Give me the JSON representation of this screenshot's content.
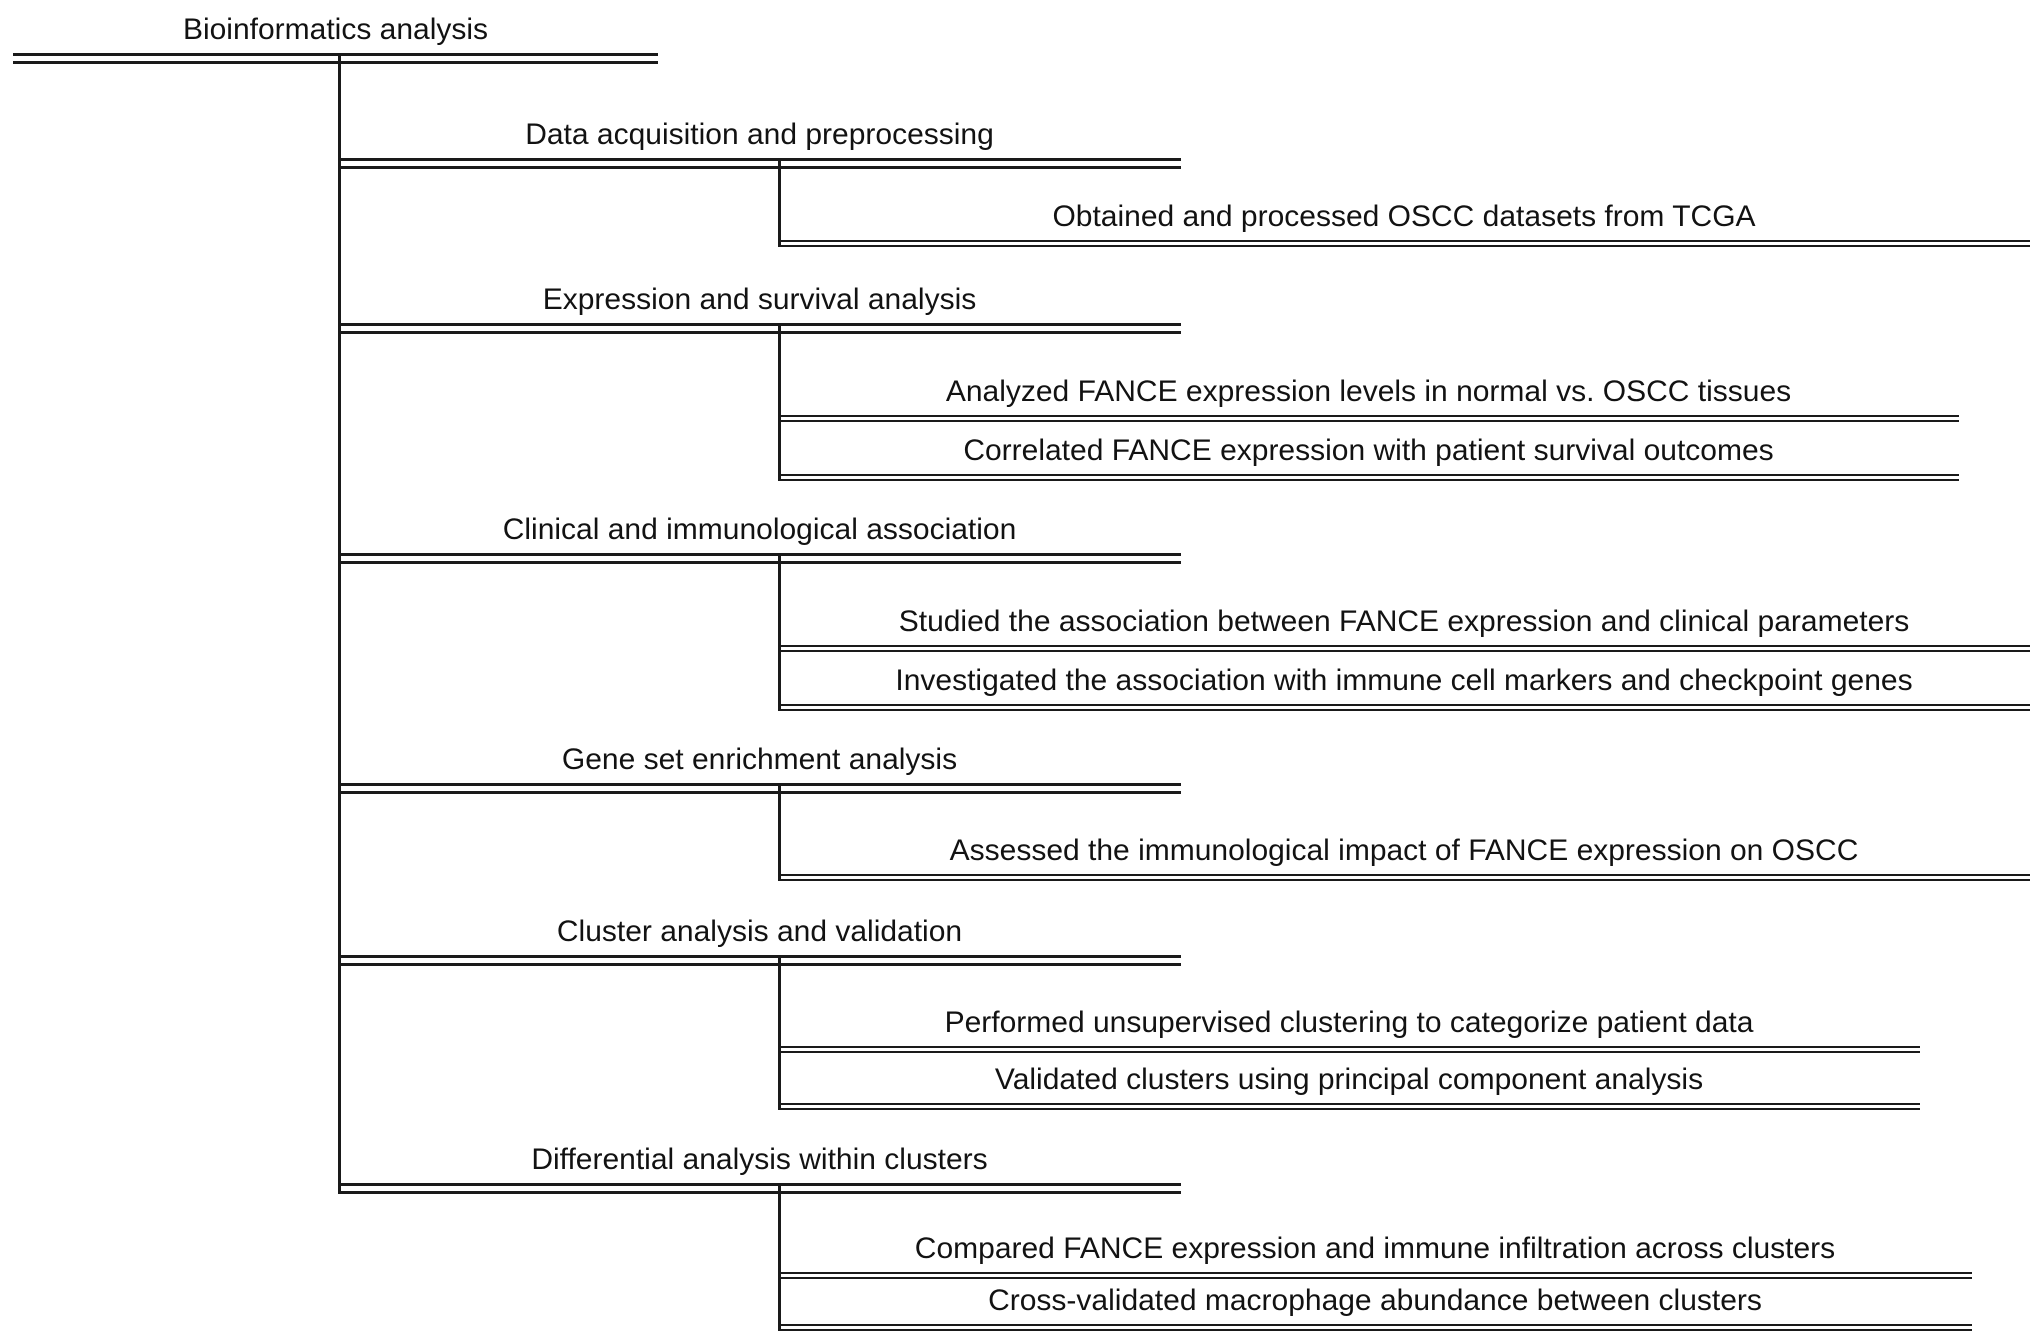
{
  "title": "Bioinformatics analysis",
  "colors": {
    "background": "#ffffff",
    "text": "#121212",
    "line": "#1a1a1a"
  },
  "branches": [
    {
      "label": "Data acquisition and preprocessing",
      "children": [
        "Obtained and processed OSCC datasets from TCGA"
      ]
    },
    {
      "label": "Expression and survival analysis",
      "children": [
        "Analyzed FANCE expression levels in normal vs. OSCC tissues",
        "Correlated FANCE expression with patient survival outcomes"
      ]
    },
    {
      "label": "Clinical and immunological association",
      "children": [
        "Studied the association between FANCE expression and clinical parameters",
        "Investigated the association with immune cell markers and checkpoint genes"
      ]
    },
    {
      "label": "Gene set enrichment analysis",
      "children": [
        "Assessed the immunological impact of FANCE expression on OSCC"
      ]
    },
    {
      "label": "Cluster analysis and validation",
      "children": [
        "Performed unsupervised clustering to categorize patient data",
        "Validated clusters using principal component analysis"
      ]
    },
    {
      "label": "Differential analysis within clusters",
      "children": [
        "Compared FANCE expression and immune infiltration across clusters",
        "Cross-validated macrophage abundance between clusters"
      ]
    }
  ]
}
